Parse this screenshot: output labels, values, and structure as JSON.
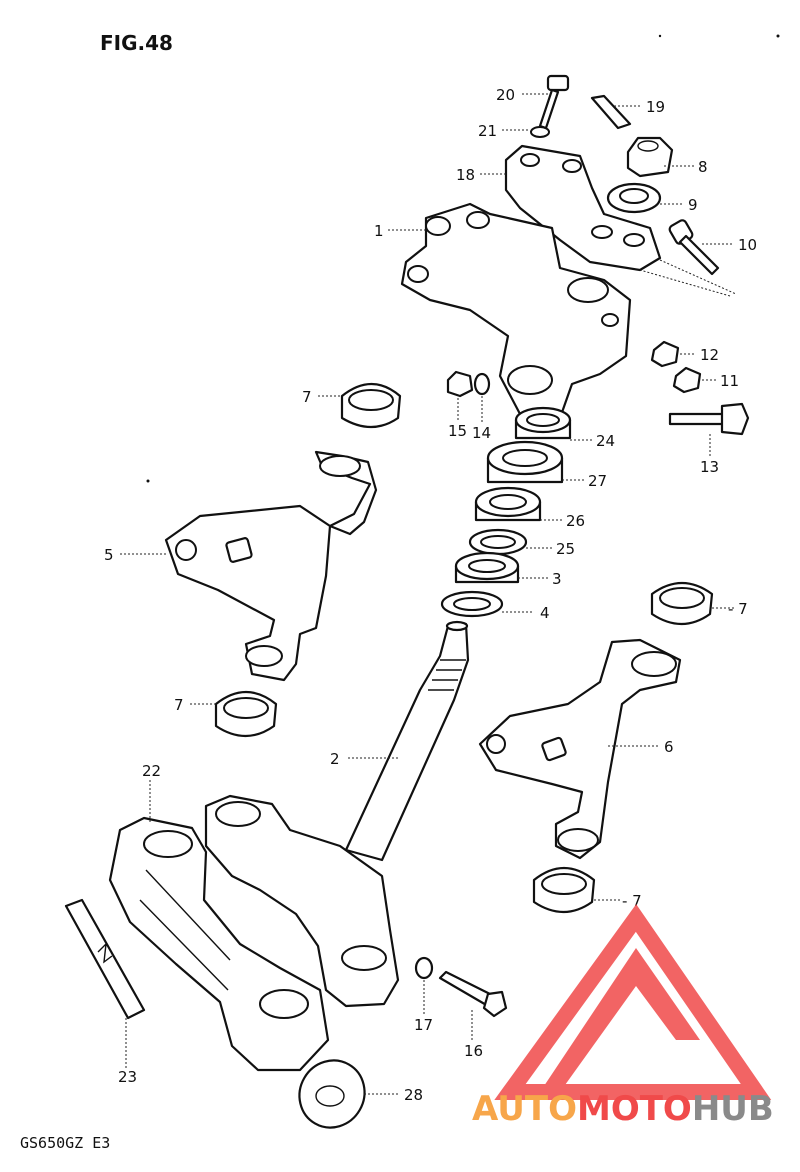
{
  "figure": {
    "title": "FIG.48",
    "model": "GS650GZ  E3"
  },
  "callouts": {
    "c1": "1",
    "c2": "2",
    "c3": "3",
    "c4": "4",
    "c5": "5",
    "c6": "6",
    "c7a": "7",
    "c7b": "- 7",
    "c7c": "7",
    "c7d": "- 7",
    "c8": "8",
    "c9": "9",
    "c10": "10",
    "c11": "11",
    "c12": "12",
    "c13": "13",
    "c14": "14",
    "c15": "15",
    "c16": "16",
    "c17": "17",
    "c18": "18",
    "c19": "19",
    "c20": "20",
    "c21": "21",
    "c22": "22",
    "c23": "23",
    "c24": "24",
    "c25": "25",
    "c26": "26",
    "c27": "27",
    "c28": "28"
  },
  "watermark": {
    "word_a": "AUTO",
    "word_b": "MOTO",
    "word_c": "HUB",
    "color_red": "#f04a4a",
    "color_orange": "#f7a64a",
    "color_gray": "#8a8a8a"
  }
}
